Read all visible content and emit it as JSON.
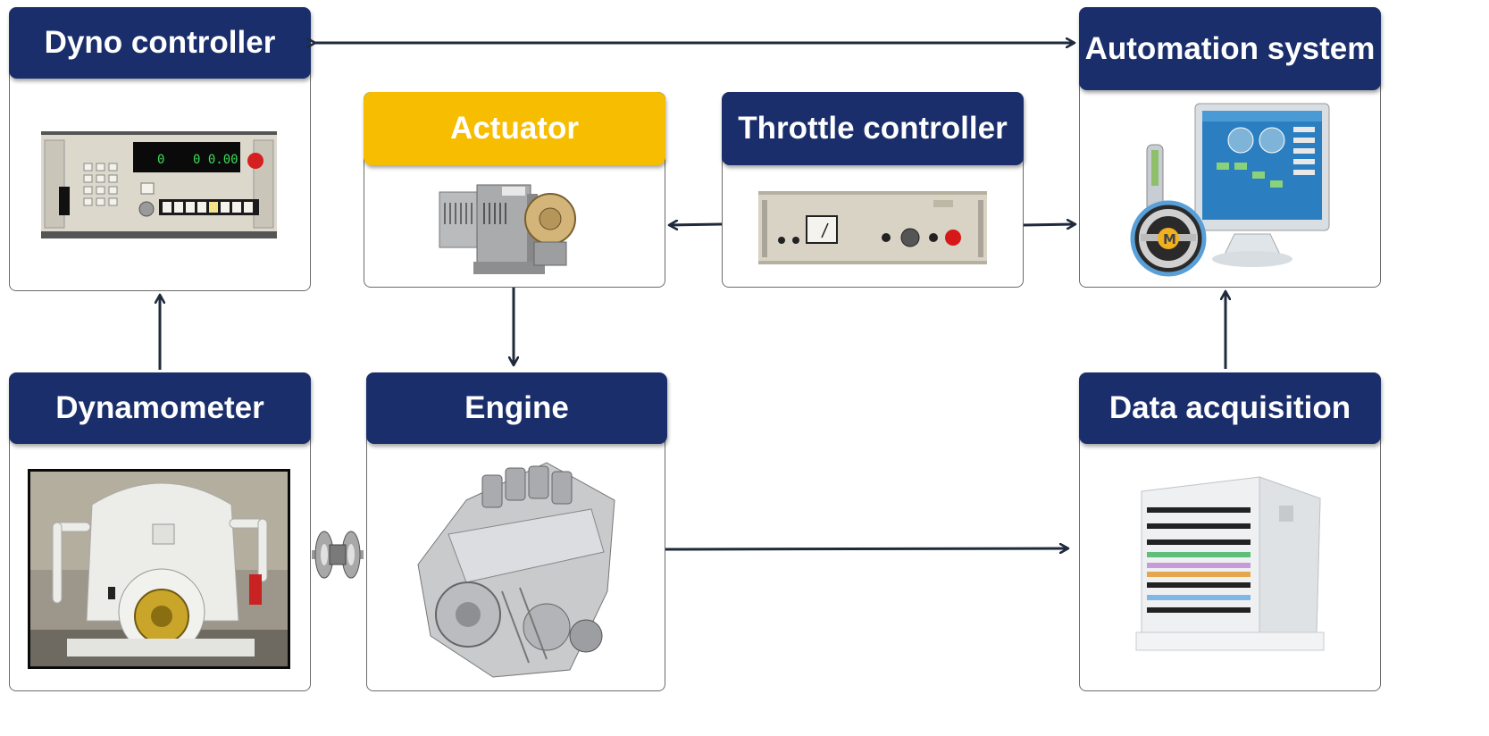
{
  "diagram": {
    "nodes": {
      "dyno_controller": {
        "label": "Dyno controller"
      },
      "automation_system": {
        "label": "Automation system"
      },
      "actuator": {
        "label": "Actuator"
      },
      "throttle_controller": {
        "label": "Throttle controller"
      },
      "dynamometer": {
        "label": "Dynamometer"
      },
      "engine": {
        "label": "Engine"
      },
      "data_acquisition": {
        "label": "Data acquisition"
      }
    },
    "edges": [
      {
        "from": "dyno_controller",
        "to": "automation_system",
        "bidirectional": true
      },
      {
        "from": "throttle_controller",
        "to": "actuator"
      },
      {
        "from": "throttle_controller",
        "to": "automation_system"
      },
      {
        "from": "actuator",
        "to": "engine"
      },
      {
        "from": "dynamometer",
        "to": "dyno_controller"
      },
      {
        "from": "engine",
        "to": "data_acquisition"
      },
      {
        "from": "data_acquisition",
        "to": "automation_system"
      },
      {
        "from": "dynamometer",
        "to": "engine",
        "type": "coupling"
      }
    ],
    "colors": {
      "header": "#1a2e6b",
      "actuator_header": "#f7bd00",
      "arrow": "#1f2a3a",
      "border": "#6b6b6b"
    }
  }
}
